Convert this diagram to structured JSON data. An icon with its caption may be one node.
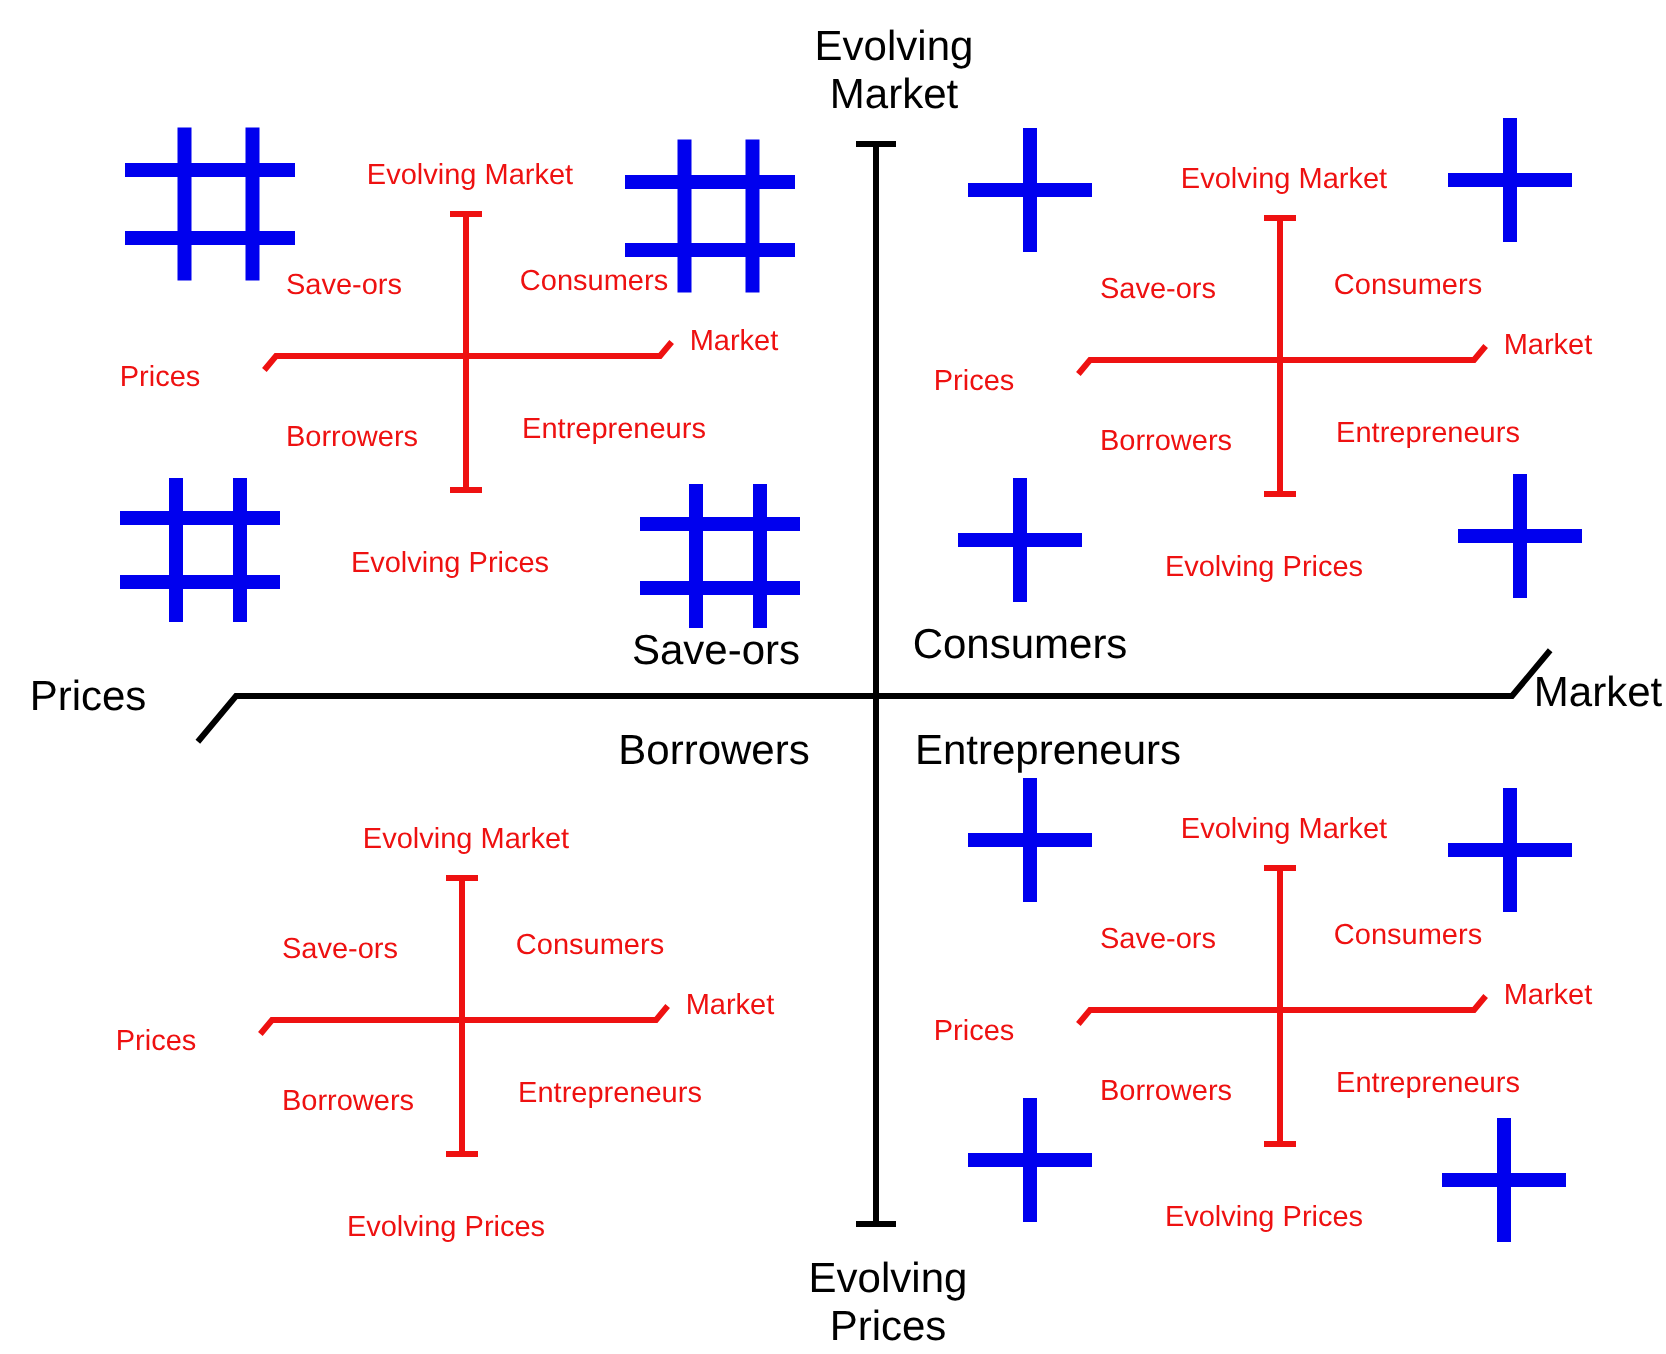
{
  "diagram": {
    "labels": [
      "Evolving Market",
      "Evolving Market",
      "Save-ors",
      "Consumers",
      "Market",
      "Prices",
      "Borrowers",
      "Entrepreneurs",
      "Evolving Prices",
      "Evolving Market",
      "Save-ors",
      "Consumers",
      "Market",
      "Prices",
      "Borrowers",
      "Entrepreneurs",
      "Evolving Prices",
      "Prices",
      "Market",
      "Save-ors",
      "Consumers",
      "Borrowers",
      "Entrepreneurs",
      "Evolving Market",
      "Save-ors",
      "Consumers",
      "Market",
      "Prices",
      "Borrowers",
      "Entrepreneurs",
      "Evolving Prices",
      "Evolving Market",
      "Save-ors",
      "Consumers",
      "Market",
      "Prices",
      "Borrowers",
      "Entrepreneurs",
      "Evolving Prices",
      "Evolving Prices"
    ]
  }
}
